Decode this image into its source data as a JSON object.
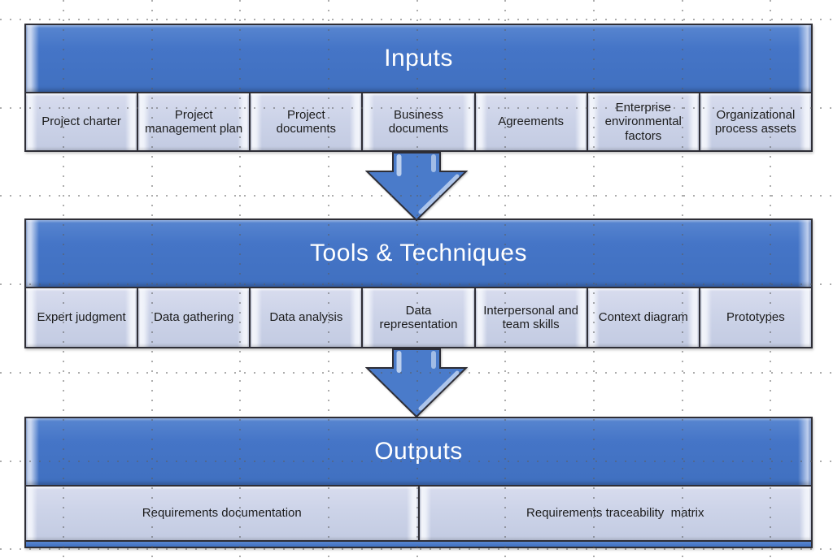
{
  "colors": {
    "background": "#ffffff",
    "header_fill": "#4472c4",
    "header_text": "#ffffff",
    "cell_fill": "#ccd3e8",
    "cell_text": "#1c1c1c",
    "outline": "#2e2e36",
    "arrow_fill": "#4a7bca",
    "arrow_highlight": "#cfdef5",
    "grid_dot": "#8c8c8c"
  },
  "sections": [
    {
      "id": "inputs",
      "title": "Inputs",
      "items": [
        "Project charter",
        "Project management plan",
        "Project documents",
        "Business documents",
        "Agreements",
        "Enterprise environmental factors",
        "Organizational process assets"
      ]
    },
    {
      "id": "tools-techniques",
      "title": "Tools & Techniques",
      "items": [
        "Expert judgment",
        "Data gathering",
        "Data analysis",
        "Data representation",
        "Interpersonal and team skills",
        "Context diagram",
        "Prototypes"
      ]
    },
    {
      "id": "outputs",
      "title": "Outputs",
      "items": [
        "Requirements documentation",
        "Requirements traceability  matrix"
      ]
    }
  ],
  "connectors": [
    {
      "type": "down-arrow",
      "from": "inputs",
      "to": "tools-techniques"
    },
    {
      "type": "down-arrow",
      "from": "tools-techniques",
      "to": "outputs"
    }
  ]
}
